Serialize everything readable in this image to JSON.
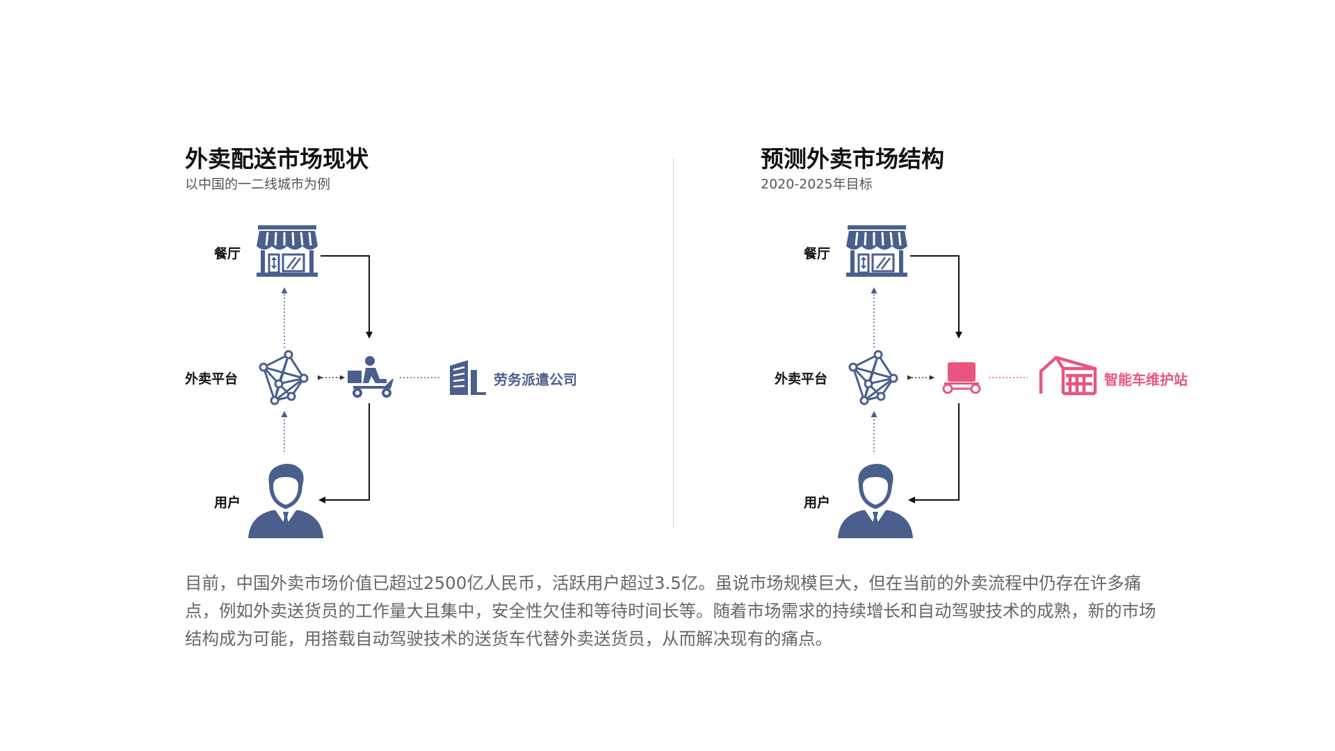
{
  "left_panel": {
    "title": "外卖配送市场现状",
    "subtitle": "以中国的一二线城市为例",
    "labels": {
      "restaurant": "餐厅",
      "platform": "外卖平台",
      "user": "用户",
      "side_entity": "劳务派遣公司"
    },
    "icons": [
      "storefront-icon",
      "network-icon",
      "delivery-scooter-icon",
      "office-building-icon",
      "businessman-icon"
    ]
  },
  "right_panel": {
    "title": "预测外卖市场结构",
    "subtitle": "2020-2025年目标",
    "labels": {
      "restaurant": "餐厅",
      "platform": "外卖平台",
      "user": "用户",
      "side_entity": "智能车维护站"
    },
    "icons": [
      "storefront-icon",
      "network-icon",
      "delivery-robot-icon",
      "maintenance-station-icon",
      "businessman-icon"
    ]
  },
  "paragraph": {
    "text": "目前，中国外卖市场价值已超过2500亿人民币，活跃用户超过3.5亿。虽说市场规模巨大，但在当前的外卖流程中仍存在许多痛点，例如外卖送货员的工作量大且集中，安全性欠佳和等待时间长等。随着市场需求的持续增长和自动驾驶技术的成熟，新的市场结构成为可能，用搭载自动驾驶技术的送货车代替外卖送货员，从而解决现有的痛点。"
  },
  "colors": {
    "icon_navy": "#4a5f8c",
    "accent_pink": "#e8557f",
    "arrow_black": "#111111",
    "dotted_gray": "#555555",
    "divider": "#cfcfcf"
  }
}
